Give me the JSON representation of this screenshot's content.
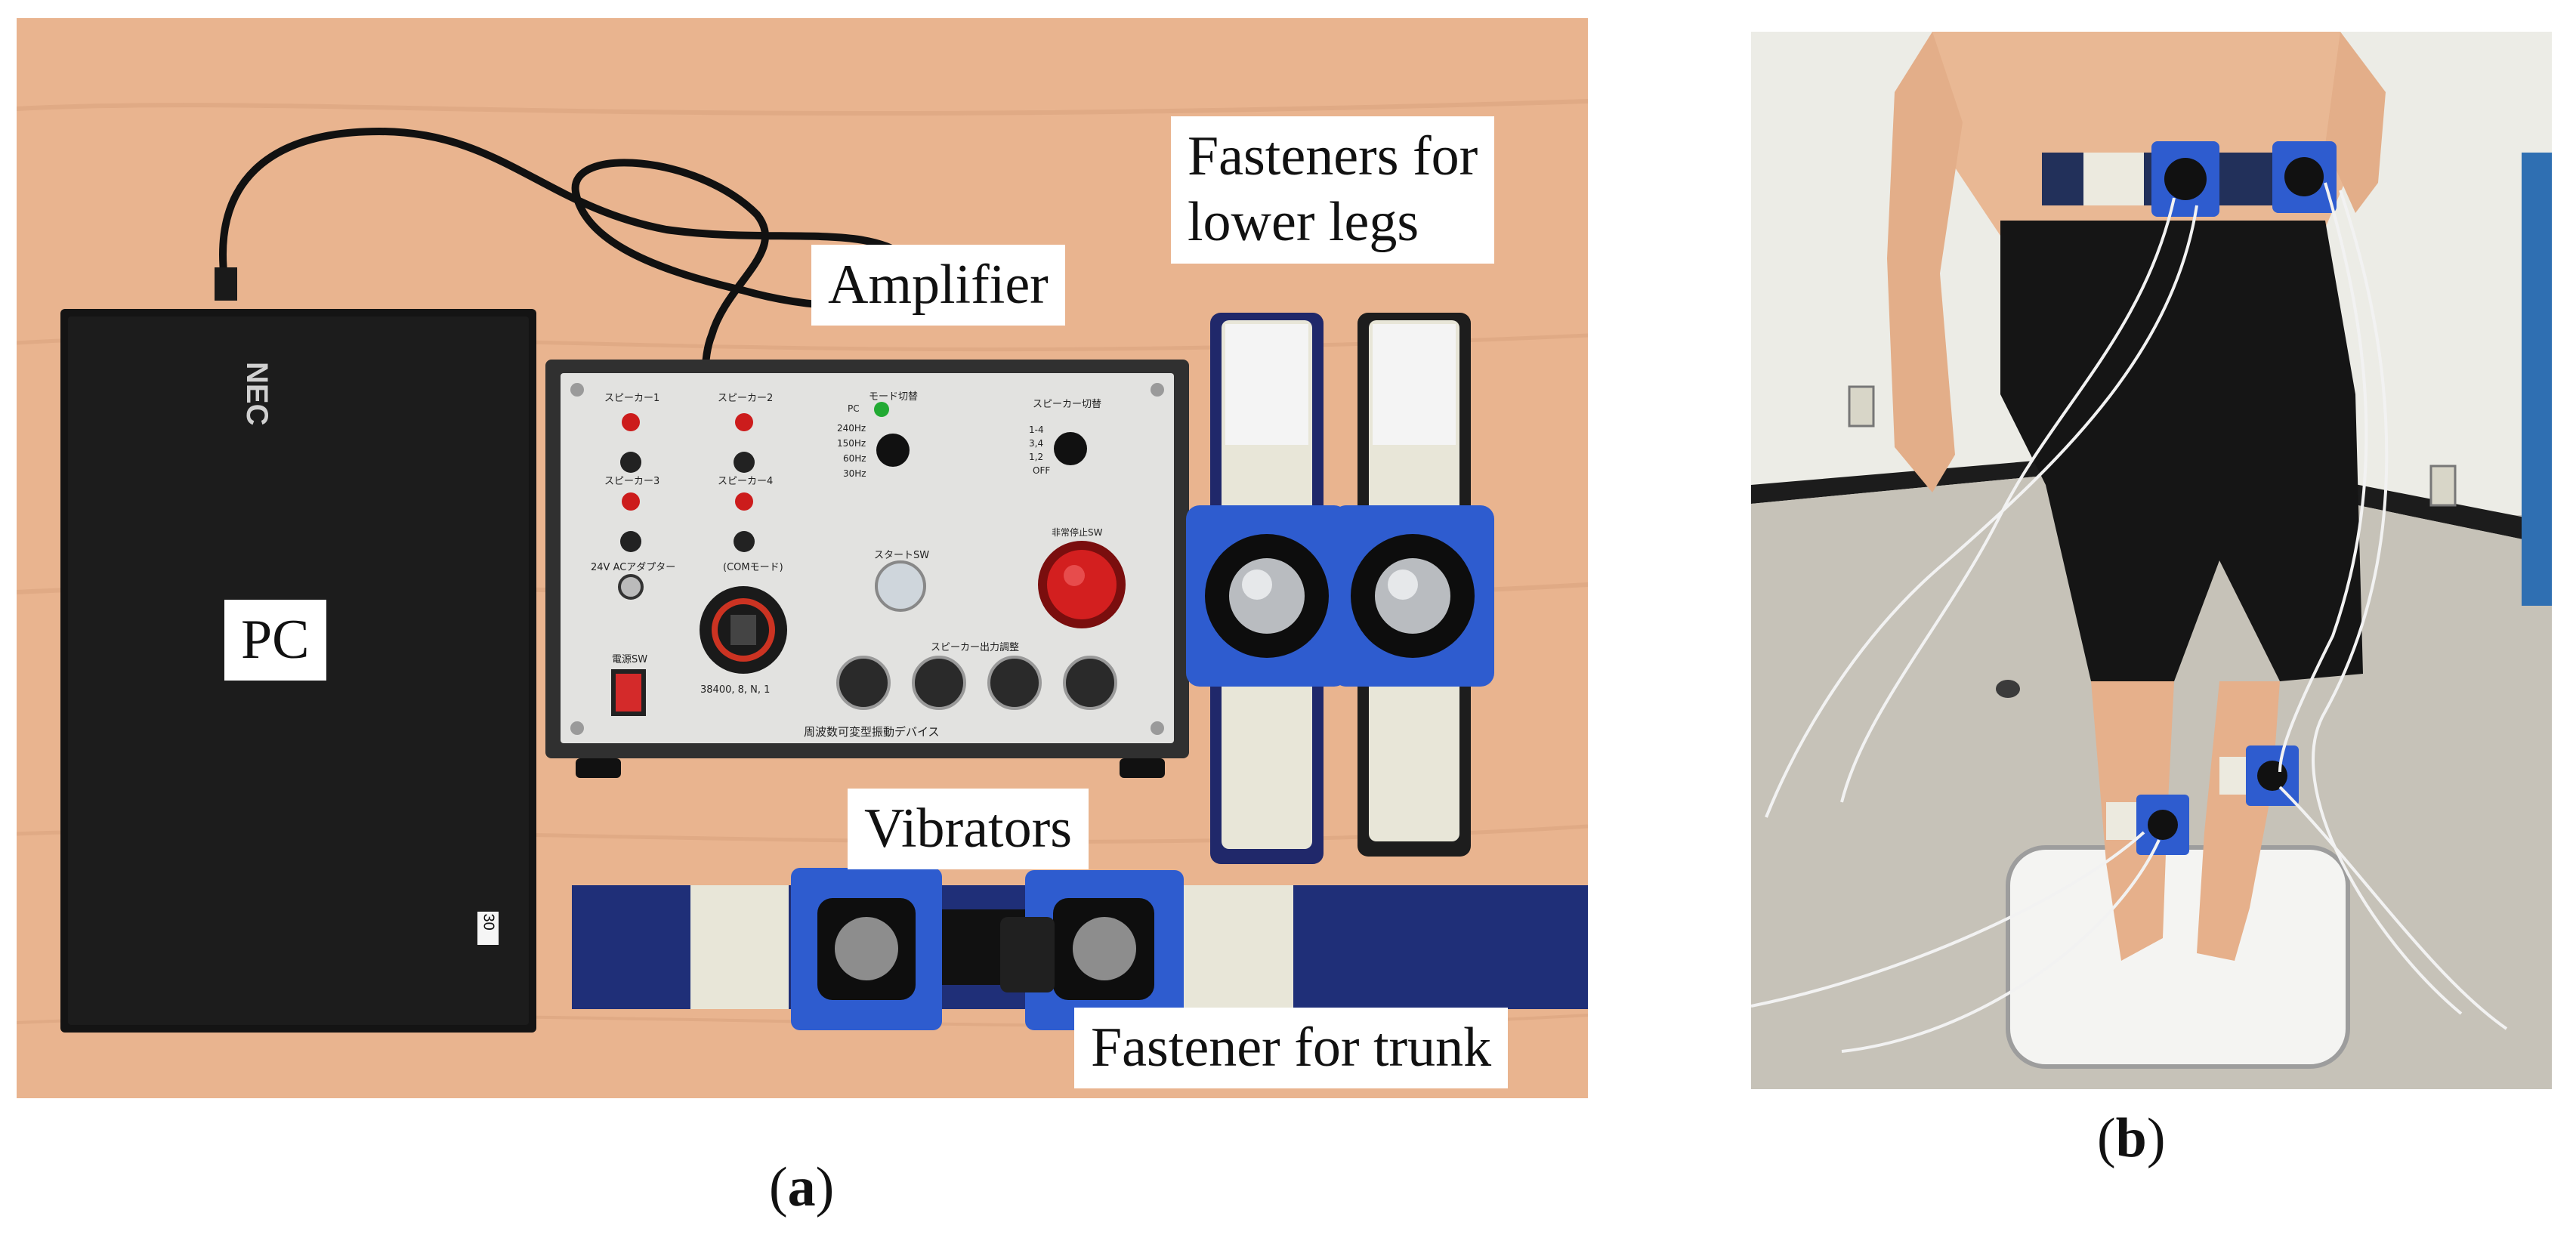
{
  "panel_a": {
    "labels": {
      "pc": "PC",
      "amplifier": "Amplifier",
      "fasteners_legs_line1": "Fasteners for",
      "fasteners_legs_line2": "lower legs",
      "vibrators": "Vibrators",
      "fastener_trunk": "Fastener for trunk"
    },
    "laptop_brand": "NEC",
    "laptop_sticker": "30",
    "amp_panel": {
      "speaker1": "スピーカー1",
      "speaker2": "スピーカー2",
      "speaker3": "スピーカー3",
      "speaker4": "スピーカー4",
      "mode_switch": "モード切替",
      "speaker_switch": "スピーカー切替",
      "pc": "PC",
      "freq_240": "240Hz",
      "freq_150": "150Hz",
      "freq_60": "60Hz",
      "freq_30": "30Hz",
      "sel_1_4": "1-4",
      "sel_3_4": "3,4",
      "sel_1_2": "1,2",
      "sel_off": "OFF",
      "ac_adapter": "24V ACアダプター",
      "com_mode": "(COMモード)",
      "start_sw": "スタートSW",
      "emergency_sw": "非常停止SW",
      "power_sw": "電源SW",
      "output_adjust": "スピーカー出力調整",
      "baud": "38400, 8, N, 1",
      "device_name": "周波数可変型振動デバイス"
    },
    "colors": {
      "table": "#e9b48f",
      "strap": "#eceadf",
      "holder": "#2f5fd0",
      "belt": "#1f2f78"
    }
  },
  "panel_b": {
    "colors": {
      "wall": "#ecece6",
      "floor": "#c6c2b8",
      "shorts": "#151515"
    }
  },
  "captions": {
    "a_open": "(",
    "a_letter": "a",
    "a_close": ")",
    "b_open": "(",
    "b_letter": "b",
    "b_close": ")"
  }
}
